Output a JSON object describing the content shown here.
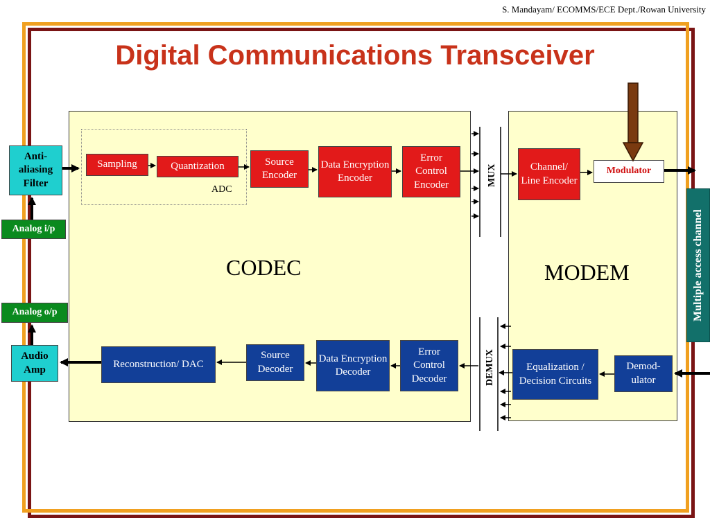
{
  "credit": "S. Mandayam/ ECOMMS/ECE Dept./Rowan University",
  "title": "Digital Communications Transceiver",
  "codec": {
    "label": "CODEC",
    "adc_label": "ADC",
    "tx": {
      "sampling": "Sampling",
      "quantization": "Quantization",
      "source_encoder": "Source Encoder",
      "data_encryption_encoder": "Data Encryption Encoder",
      "error_control_encoder": "Error Control Encoder"
    },
    "rx": {
      "reconstruction_dac": "Reconstruction/ DAC",
      "source_decoder": "Source Decoder",
      "data_encryption_decoder": "Data Encryption Decoder",
      "error_control_decoder": "Error Control Decoder"
    }
  },
  "mux_label": "MUX",
  "demux_label": "DEMUX",
  "modem": {
    "label": "MODEM",
    "channel_line_encoder": "Channel/ Line Encoder",
    "modulator": "Modulator",
    "equalization": "Equalization / Decision Circuits",
    "demodulator": "Demod- ulator"
  },
  "external": {
    "anti_aliasing_filter": "Anti- aliasing Filter",
    "analog_ip": "Analog i/p",
    "analog_op": "Analog o/p",
    "audio_amp": "Audio Amp",
    "channel": "Multiple access channel"
  },
  "colors": {
    "title": "#c8321a",
    "tx_block": "#e21a1a",
    "rx_block": "#123f98",
    "panel": "#ffffcc",
    "filter": "#1fcfcf",
    "analog_tag": "#0a8a1e",
    "channel": "#12706a",
    "carrier_arrow": "#7a3a10"
  }
}
